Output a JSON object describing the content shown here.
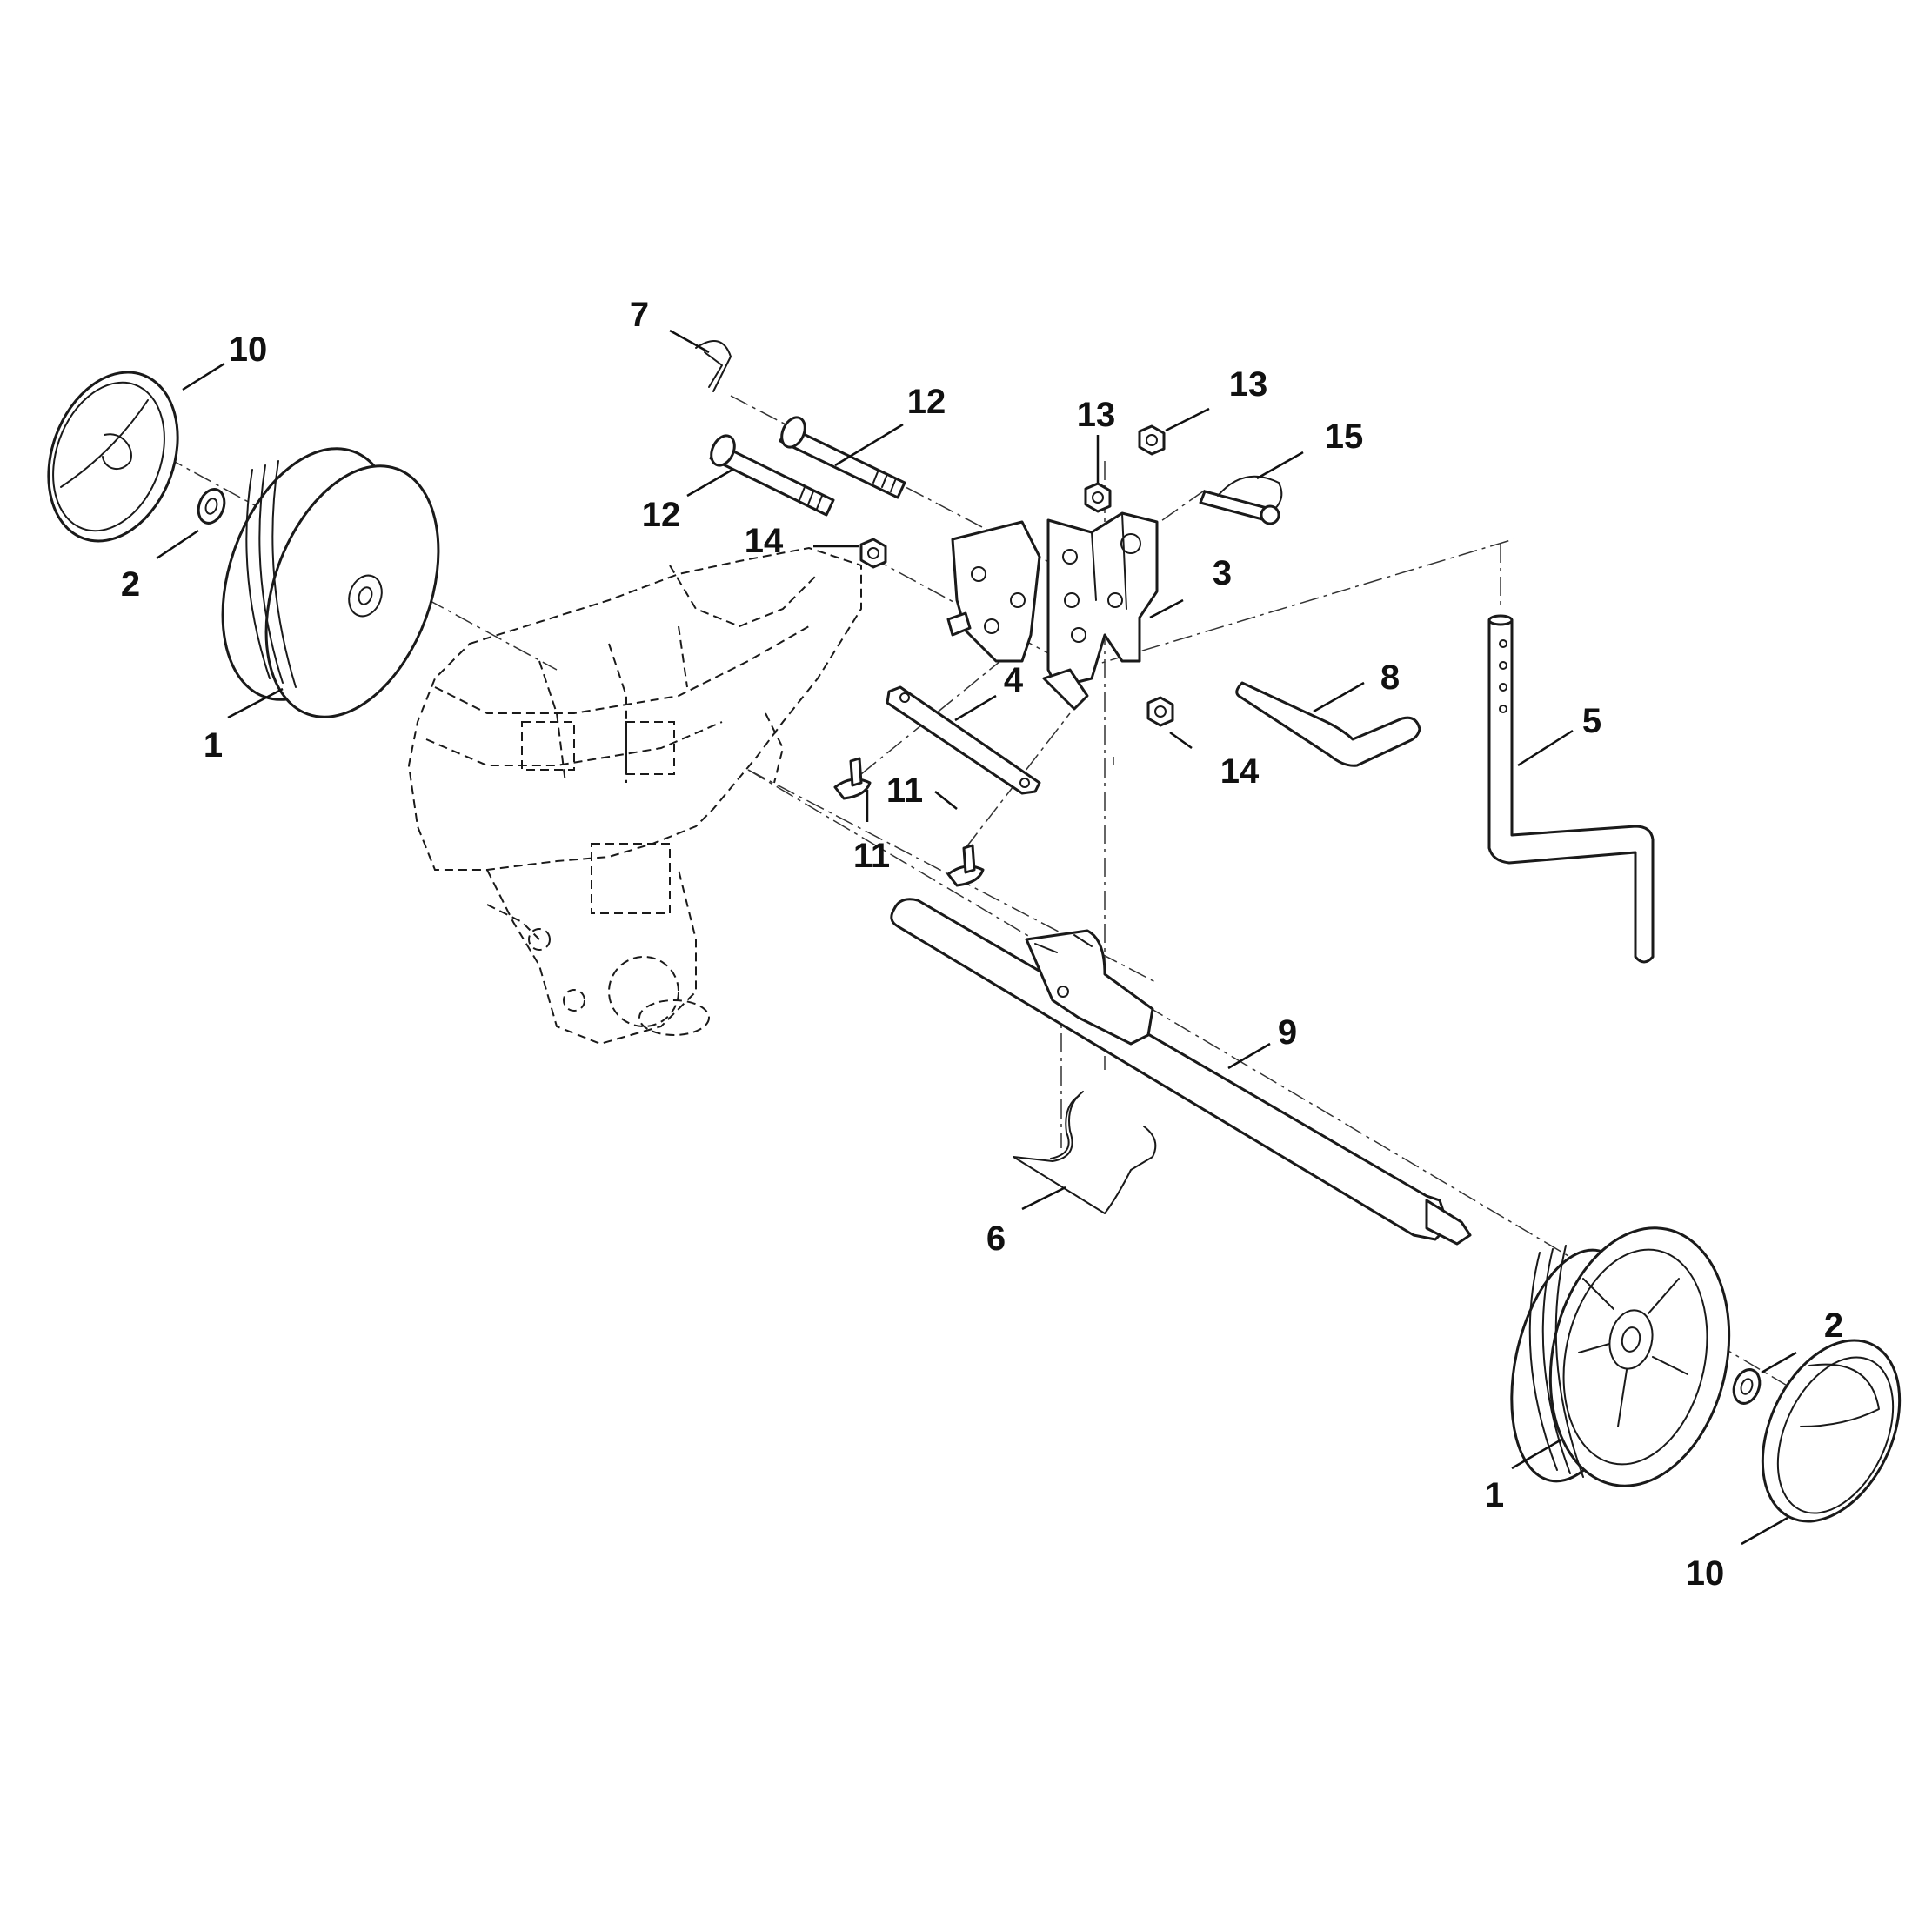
{
  "diagram": {
    "type": "exploded-parts-view",
    "callouts": {
      "wheel_left": "1",
      "wheel_right": "1",
      "washer_left": "2",
      "washer_right": "2",
      "bracket": "3",
      "plate": "4",
      "height_lever": "5",
      "spring_clip": "6",
      "r_clip": "7",
      "pin": "8",
      "axle": "9",
      "hubcap_left": "10",
      "hubcap_right": "10",
      "bolt_left": "11",
      "bolt_right": "11",
      "long_bolt_front": "12",
      "long_bolt_back": "12",
      "nut_upper_left": "13",
      "nut_upper_right": "13",
      "nut_left": "14",
      "nut_right": "14",
      "shackle_pin": "15"
    }
  }
}
